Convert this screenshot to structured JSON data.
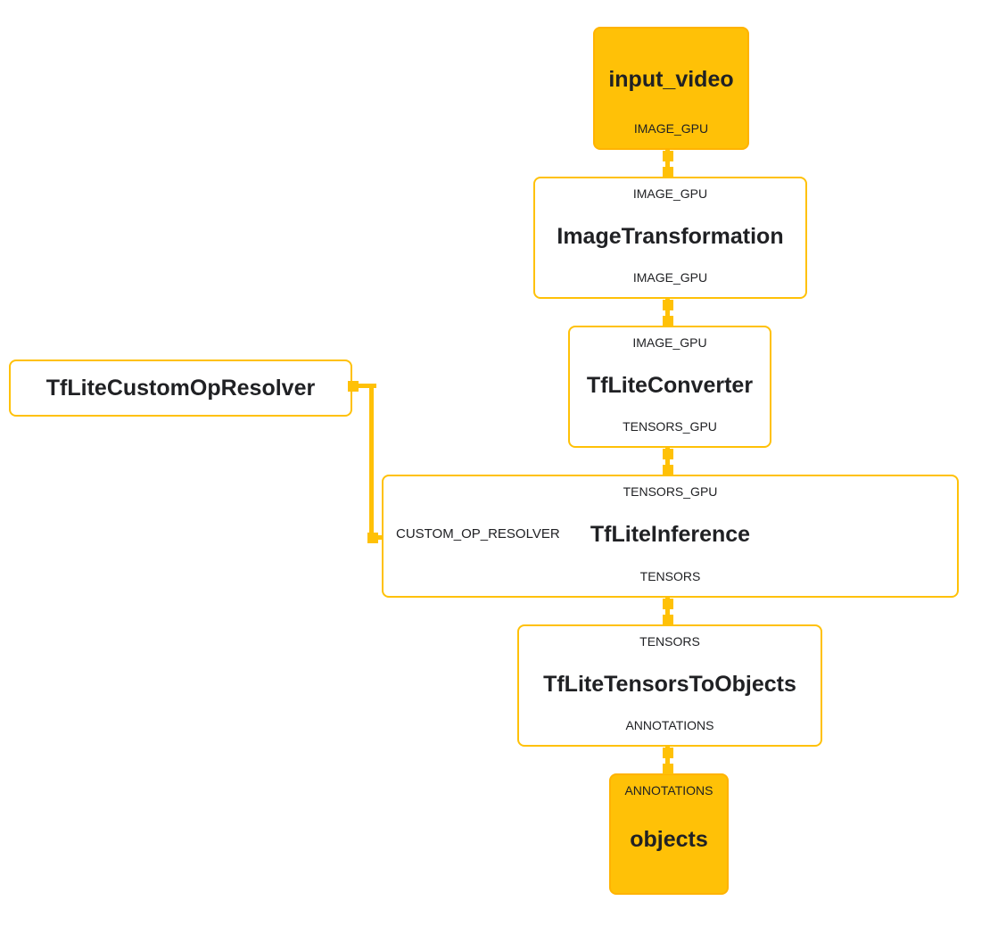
{
  "diagram": {
    "background": "#ffffff",
    "accent": "#FFC107",
    "edge_color": "#FFC107",
    "node_fill": "#FFC107",
    "text_color": "#202124"
  },
  "nodes": {
    "input_video": {
      "title": "input_video",
      "output_port": "IMAGE_GPU"
    },
    "image_transformation": {
      "input_port": "IMAGE_GPU",
      "title": "ImageTransformation",
      "output_port": "IMAGE_GPU"
    },
    "tflite_converter": {
      "input_port": "IMAGE_GPU",
      "title": "TfLiteConverter",
      "output_port": "TENSORS_GPU"
    },
    "tflite_custom_op_resolver": {
      "title": "TfLiteCustomOpResolver"
    },
    "tflite_inference": {
      "input_port": "TENSORS_GPU",
      "side_input_port": "CUSTOM_OP_RESOLVER",
      "title": "TfLiteInference",
      "output_port": "TENSORS"
    },
    "tflite_tensors_to_objects": {
      "input_port": "TENSORS",
      "title": "TfLiteTensorsToObjects",
      "output_port": "ANNOTATIONS"
    },
    "objects": {
      "input_port": "ANNOTATIONS",
      "title": "objects"
    }
  },
  "edges": [
    {
      "from": "input_video",
      "to": "ImageTransformation",
      "stream": "IMAGE_GPU"
    },
    {
      "from": "ImageTransformation",
      "to": "TfLiteConverter",
      "stream": "IMAGE_GPU"
    },
    {
      "from": "TfLiteConverter",
      "to": "TfLiteInference",
      "stream": "TENSORS_GPU"
    },
    {
      "from": "TfLiteCustomOpResolver",
      "to": "TfLiteInference",
      "stream": "CUSTOM_OP_RESOLVER"
    },
    {
      "from": "TfLiteInference",
      "to": "TfLiteTensorsToObjects",
      "stream": "TENSORS"
    },
    {
      "from": "TfLiteTensorsToObjects",
      "to": "objects",
      "stream": "ANNOTATIONS"
    }
  ]
}
